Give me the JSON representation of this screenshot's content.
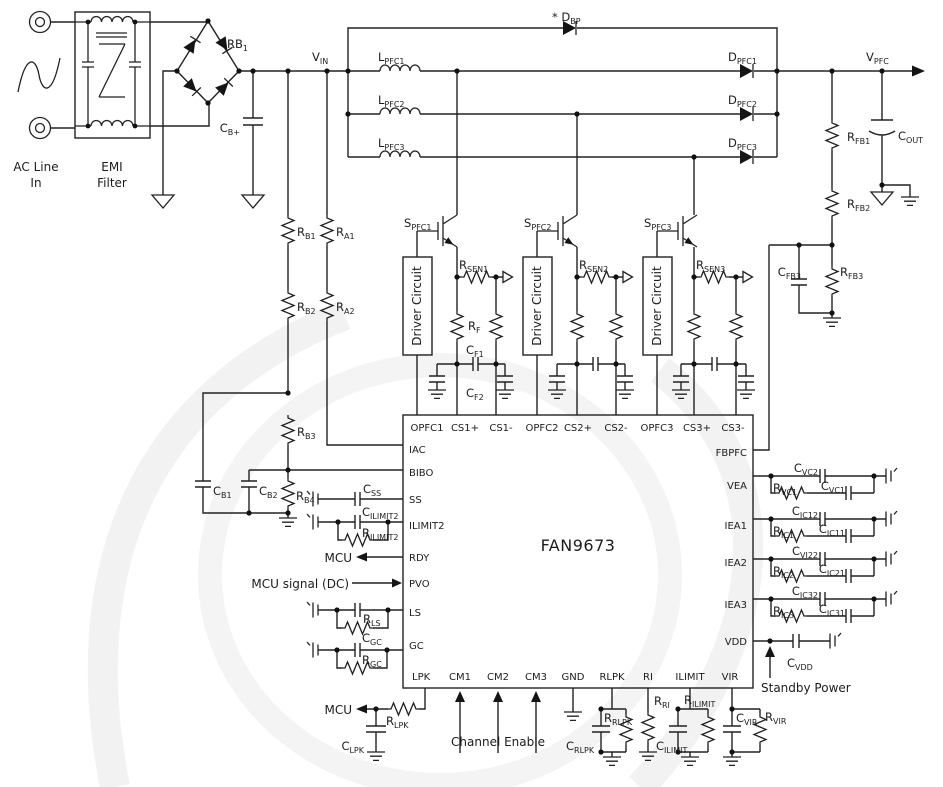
{
  "figure": {
    "kind": "application schematic",
    "chip": "FAN9673"
  },
  "ic": {
    "name": "FAN9673",
    "pins_top": [
      "OPFC1",
      "CS1+",
      "CS1-",
      "OPFC2",
      "CS2+",
      "CS2-",
      "OPFC3",
      "CS3+",
      "CS3-"
    ],
    "pins_left": [
      "IAC",
      "BIBO",
      "SS",
      "ILIMIT2",
      "RDY",
      "PVO",
      "LS",
      "GC"
    ],
    "pins_bottom": [
      "LPK",
      "CM1",
      "CM2",
      "CM3",
      "GND",
      "RLPK",
      "RI",
      "ILIMIT",
      "VIR"
    ],
    "pins_right": [
      "FBPFC",
      "VEA",
      "IEA1",
      "IEA2",
      "IEA3",
      "VDD"
    ]
  },
  "text": {
    "ac_line_1": "AC Line",
    "ac_line_2": "In",
    "emi_1": "EMI",
    "emi_2": "Filter",
    "driver": "Driver Circuit",
    "mcu": "MCU",
    "mcu_signal": "MCU signal (DC)",
    "channel_enable": "Channel Enable",
    "standby": "Standby Power"
  },
  "parts": {
    "rb_bridge": {
      "main": "RB",
      "sub": "1"
    },
    "cb_plus": {
      "main": "C",
      "sub": "B+"
    },
    "vin": {
      "main": "V",
      "sub": "IN"
    },
    "dbp": {
      "main": "* D",
      "sub": "BP"
    },
    "lpfc1": {
      "main": "L",
      "sub": "PFC1"
    },
    "lpfc2": {
      "main": "L",
      "sub": "PFC2"
    },
    "lpfc3": {
      "main": "L",
      "sub": "PFC3"
    },
    "dpfc1": {
      "main": "D",
      "sub": "PFC1"
    },
    "dpfc2": {
      "main": "D",
      "sub": "PFC2"
    },
    "dpfc3": {
      "main": "D",
      "sub": "PFC3"
    },
    "vpfc": {
      "main": "V",
      "sub": "PFC"
    },
    "cout": {
      "main": "C",
      "sub": "OUT"
    },
    "rfb1": {
      "main": "R",
      "sub": "FB1"
    },
    "rfb2": {
      "main": "R",
      "sub": "FB2"
    },
    "rfb3": {
      "main": "R",
      "sub": "FB3"
    },
    "cfb3": {
      "main": "C",
      "sub": "FB3"
    },
    "rb1": {
      "main": "R",
      "sub": "B1"
    },
    "ra1": {
      "main": "R",
      "sub": "A1"
    },
    "rb2": {
      "main": "R",
      "sub": "B2"
    },
    "ra2": {
      "main": "R",
      "sub": "A2"
    },
    "rb3": {
      "main": "R",
      "sub": "B3"
    },
    "rb4": {
      "main": "R",
      "sub": "B4"
    },
    "cb1": {
      "main": "C",
      "sub": "B1"
    },
    "cb2": {
      "main": "C",
      "sub": "B2"
    },
    "spfc1": {
      "main": "S",
      "sub": "PFC1"
    },
    "spfc2": {
      "main": "S",
      "sub": "PFC2"
    },
    "spfc3": {
      "main": "S",
      "sub": "PFC3"
    },
    "rsen1": {
      "main": "R",
      "sub": "SEN1"
    },
    "rsen2": {
      "main": "R",
      "sub": "SEN2"
    },
    "rsen3": {
      "main": "R",
      "sub": "SEN3"
    },
    "rf": {
      "main": "R",
      "sub": "F"
    },
    "cf1": {
      "main": "C",
      "sub": "F1"
    },
    "cf2": {
      "main": "C",
      "sub": "F2"
    },
    "css": {
      "main": "C",
      "sub": "SS"
    },
    "cilimit2": {
      "main": "C",
      "sub": "ILIMIT2"
    },
    "rilimit2": {
      "main": "R",
      "sub": "ILIMIT2"
    },
    "rls": {
      "main": "R",
      "sub": "LS"
    },
    "cgc": {
      "main": "C",
      "sub": "GC"
    },
    "rgc": {
      "main": "R",
      "sub": "GC"
    },
    "rlpk": {
      "main": "R",
      "sub": "LPK"
    },
    "clpk": {
      "main": "C",
      "sub": "LPK"
    },
    "rrlpk": {
      "main": "R",
      "sub": "RLPK"
    },
    "crlpk": {
      "main": "C",
      "sub": "RLPK"
    },
    "rri": {
      "main": "R",
      "sub": "RI"
    },
    "rilimit": {
      "main": "R",
      "sub": "ILIMIT"
    },
    "cilimit": {
      "main": "C",
      "sub": "ILIMIT"
    },
    "cvir": {
      "main": "C",
      "sub": "VIR"
    },
    "rvir": {
      "main": "R",
      "sub": "VIR"
    },
    "cvdd": {
      "main": "C",
      "sub": "VDD"
    },
    "cvc2": {
      "main": "C",
      "sub": "VC2"
    },
    "rvc1": {
      "main": "R",
      "sub": "VC1"
    },
    "cvc1": {
      "main": "C",
      "sub": "VC1"
    },
    "cic12": {
      "main": "C",
      "sub": "IC12"
    },
    "ric1": {
      "main": "R",
      "sub": "IC1"
    },
    "cic11": {
      "main": "C",
      "sub": "IC11"
    },
    "cvi22": {
      "main": "C",
      "sub": "VI22"
    },
    "ric2": {
      "main": "R",
      "sub": "IC2"
    },
    "cic21": {
      "main": "C",
      "sub": "IC21"
    },
    "cic32": {
      "main": "C",
      "sub": "IC32"
    },
    "ric3": {
      "main": "R",
      "sub": "IC3"
    },
    "cic31": {
      "main": "C",
      "sub": "IC31"
    }
  }
}
